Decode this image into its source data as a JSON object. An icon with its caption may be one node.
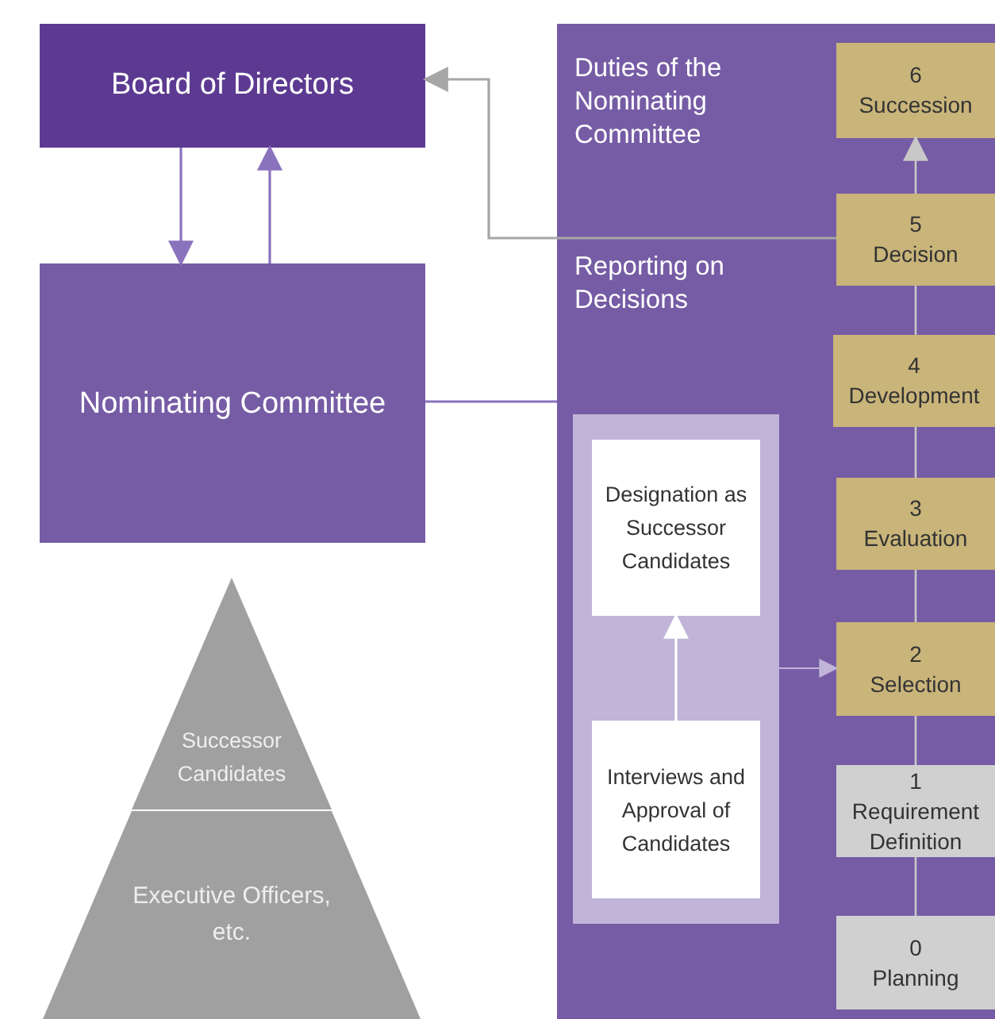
{
  "diagram": {
    "nodes": [
      {
        "text": [
          "Board of Directors"
        ]
      },
      {
        "text": [
          "Nominating Committee"
        ]
      },
      {
        "text": [
          "Duties of the Nominating Committee",
          "Reporting on Decisions"
        ]
      },
      {
        "text": [],
        "shape": "box",
        "in": 2
      },
      {
        "text": [
          "Designation as Successor Candidates"
        ],
        "in": 3
      },
      {
        "text": [
          "Interviews and Approval of Candidates"
        ],
        "in": 3
      },
      {
        "text": [
          "6",
          "Succession"
        ],
        "in": 2
      },
      {
        "text": [
          "5",
          "Decision"
        ],
        "in": 2
      },
      {
        "text": [
          "4",
          "Development"
        ],
        "in": 2
      },
      {
        "text": [
          "3",
          "Evaluation"
        ],
        "in": 2
      },
      {
        "text": [
          "2",
          "Selection"
        ],
        "in": 2
      },
      {
        "text": [
          "1",
          "Requirement Definition"
        ],
        "in": 2
      },
      {
        "text": [
          "0",
          "Planning"
        ],
        "in": 2
      },
      {
        "text": [
          "Successor Candidates"
        ]
      },
      {
        "text": [
          "Executive Officers, etc."
        ]
      }
    ],
    "edges": [
      {
        "from": 0,
        "to": 1,
        "arrow": "to"
      },
      {
        "from": 1,
        "to": 0,
        "arrow": "to"
      },
      {
        "from": 1,
        "to": 2,
        "arrow": "none"
      },
      {
        "from": 7,
        "to": 0,
        "arrow": "to",
        "color": "#a6a6a6"
      },
      {
        "from": 5,
        "to": 4,
        "arrow": "to",
        "color": "#ffffff"
      },
      {
        "from": 3,
        "to": 10,
        "arrow": "to",
        "color": "#c0b4d8"
      },
      {
        "from": 12,
        "to": 11,
        "arrow": "none",
        "color": "#c8c8c8"
      },
      {
        "from": 11,
        "to": 10,
        "arrow": "none",
        "color": "#c8c8c8"
      },
      {
        "from": 10,
        "to": 9,
        "arrow": "none",
        "color": "#c8c8c8"
      },
      {
        "from": 9,
        "to": 8,
        "arrow": "none",
        "color": "#c8c8c8"
      },
      {
        "from": 8,
        "to": 7,
        "arrow": "none",
        "color": "#c8c8c8"
      },
      {
        "from": 7,
        "to": 6,
        "arrow": "to",
        "color": "#c8c8c8"
      }
    ]
  }
}
